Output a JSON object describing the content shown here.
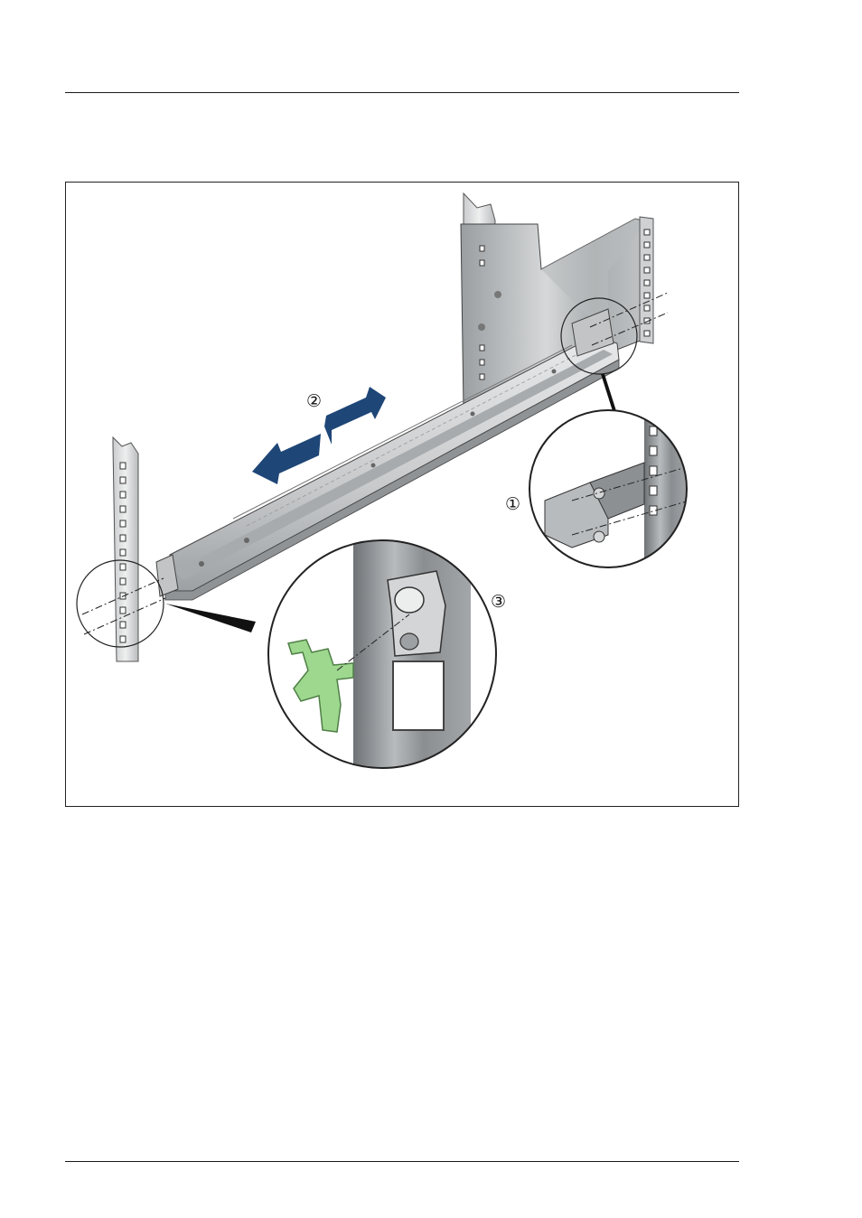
{
  "figure": {
    "callouts": [
      "①",
      "②",
      "③"
    ],
    "colors": {
      "arrow": "#1e4677",
      "green_latch": "#9ed88f",
      "metal_dark": "#8e9295",
      "metal_light": "#d8dadb"
    }
  }
}
